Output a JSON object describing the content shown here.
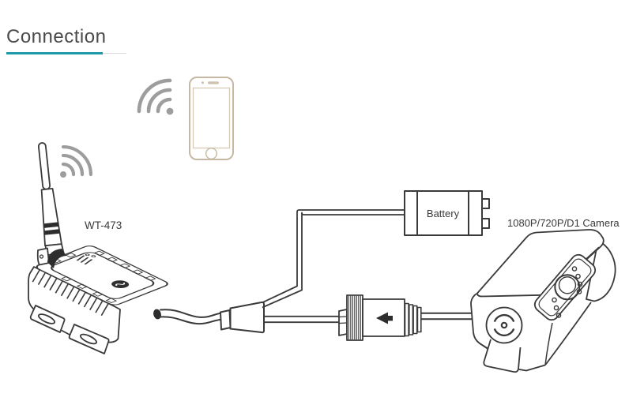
{
  "page": {
    "title": "Connection",
    "background": "#ffffff",
    "accent_color": "#1f9aab",
    "line_color": "#3a3a3a",
    "wifi_icon_color": "#9d9d9d",
    "phone_outline_color": "#c7b8a3"
  },
  "diagram": {
    "receiver": {
      "label": "WT-473"
    },
    "battery": {
      "label": "Battery"
    },
    "camera": {
      "label": "1080P/720P/D1 Camera"
    }
  }
}
